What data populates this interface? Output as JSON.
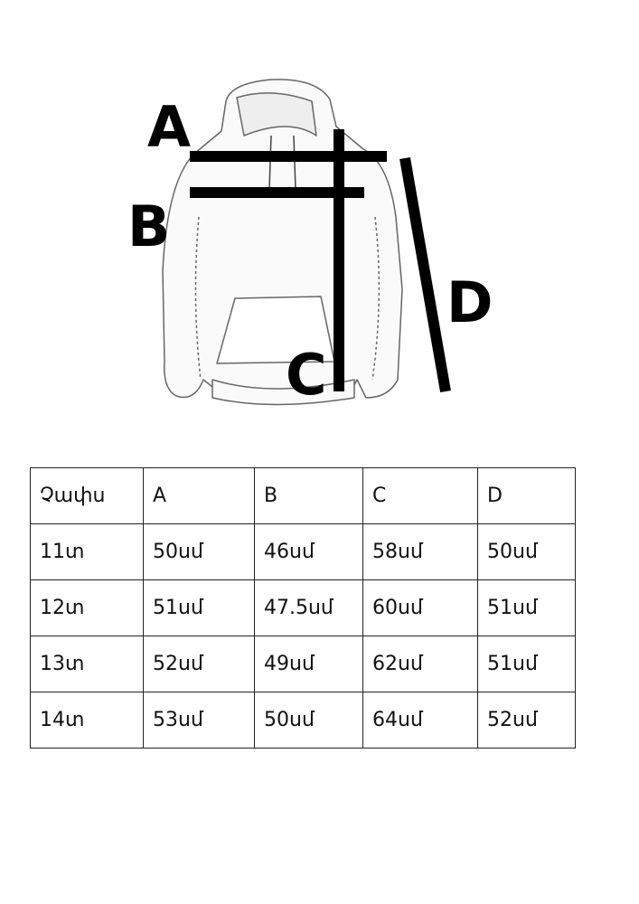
{
  "diagram": {
    "labels": {
      "a": "A",
      "b": "B",
      "c": "C",
      "d": "D"
    }
  },
  "table": {
    "headers": [
      "Չափս",
      "A",
      "B",
      "C",
      "D"
    ],
    "rows": [
      [
        "11տ",
        "50սմ",
        "46սմ",
        "58սմ",
        "50սմ"
      ],
      [
        "12տ",
        "51սմ",
        "47.5սմ",
        "60սմ",
        "51սմ"
      ],
      [
        "13տ",
        "52սմ",
        "49սմ",
        "62սմ",
        "51սմ"
      ],
      [
        "14տ",
        "53սմ",
        "50սմ",
        "64սմ",
        "52սմ"
      ]
    ]
  }
}
